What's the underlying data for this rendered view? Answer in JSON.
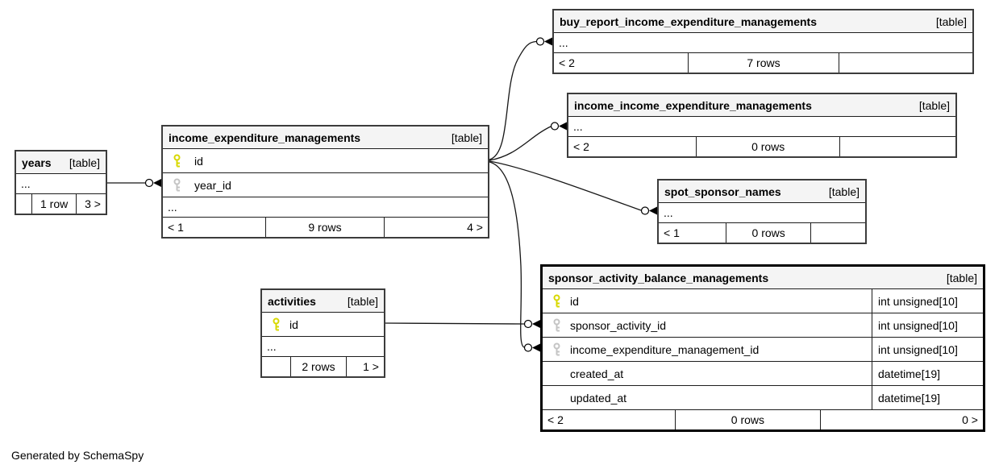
{
  "note": "Generated by SchemaSpy",
  "colors": {
    "primary_key": "#d8d800",
    "foreign_key": "#c4c4c4",
    "header_bg": "#f4f4f4",
    "edge": "#161616"
  },
  "tables": {
    "buy_report_income_expenditure_managements": {
      "name": "buy_report_income_expenditure_managements",
      "tag": "[table]",
      "ellipsis": "...",
      "footer": {
        "left": "< 2",
        "mid": "7 rows",
        "right": ""
      }
    },
    "income_income_expenditure_managements": {
      "name": "income_income_expenditure_managements",
      "tag": "[table]",
      "ellipsis": "...",
      "footer": {
        "left": "< 2",
        "mid": "0 rows",
        "right": ""
      }
    },
    "spot_sponsor_names": {
      "name": "spot_sponsor_names",
      "tag": "[table]",
      "ellipsis": "...",
      "footer": {
        "left": "< 1",
        "mid": "0 rows",
        "right": ""
      }
    },
    "sponsor_activity_balance_managements": {
      "name": "sponsor_activity_balance_managements",
      "tag": "[table]",
      "columns": [
        {
          "name": "id",
          "type": "int unsigned[10]",
          "key": "primary"
        },
        {
          "name": "sponsor_activity_id",
          "type": "int unsigned[10]",
          "key": "foreign"
        },
        {
          "name": "income_expenditure_management_id",
          "type": "int unsigned[10]",
          "key": "foreign"
        },
        {
          "name": "created_at",
          "type": "datetime[19]",
          "key": ""
        },
        {
          "name": "updated_at",
          "type": "datetime[19]",
          "key": ""
        }
      ],
      "footer": {
        "left": "< 2",
        "mid": "0 rows",
        "right": "0 >"
      }
    },
    "years": {
      "name": "years",
      "tag": "[table]",
      "ellipsis": "...",
      "footer": {
        "left": "",
        "mid": "1 row",
        "right": "3 >"
      }
    },
    "income_expenditure_managements": {
      "name": "income_expenditure_managements",
      "tag": "[table]",
      "columns": [
        {
          "name": "id",
          "key": "primary"
        },
        {
          "name": "year_id",
          "key": "foreign"
        }
      ],
      "ellipsis": "...",
      "footer": {
        "left": "< 1",
        "mid": "9 rows",
        "right": "4 >"
      }
    },
    "activities": {
      "name": "activities",
      "tag": "[table]",
      "columns": [
        {
          "name": "id",
          "key": "primary"
        }
      ],
      "ellipsis": "...",
      "footer": {
        "left": "",
        "mid": "2 rows",
        "right": "1 >"
      }
    }
  }
}
